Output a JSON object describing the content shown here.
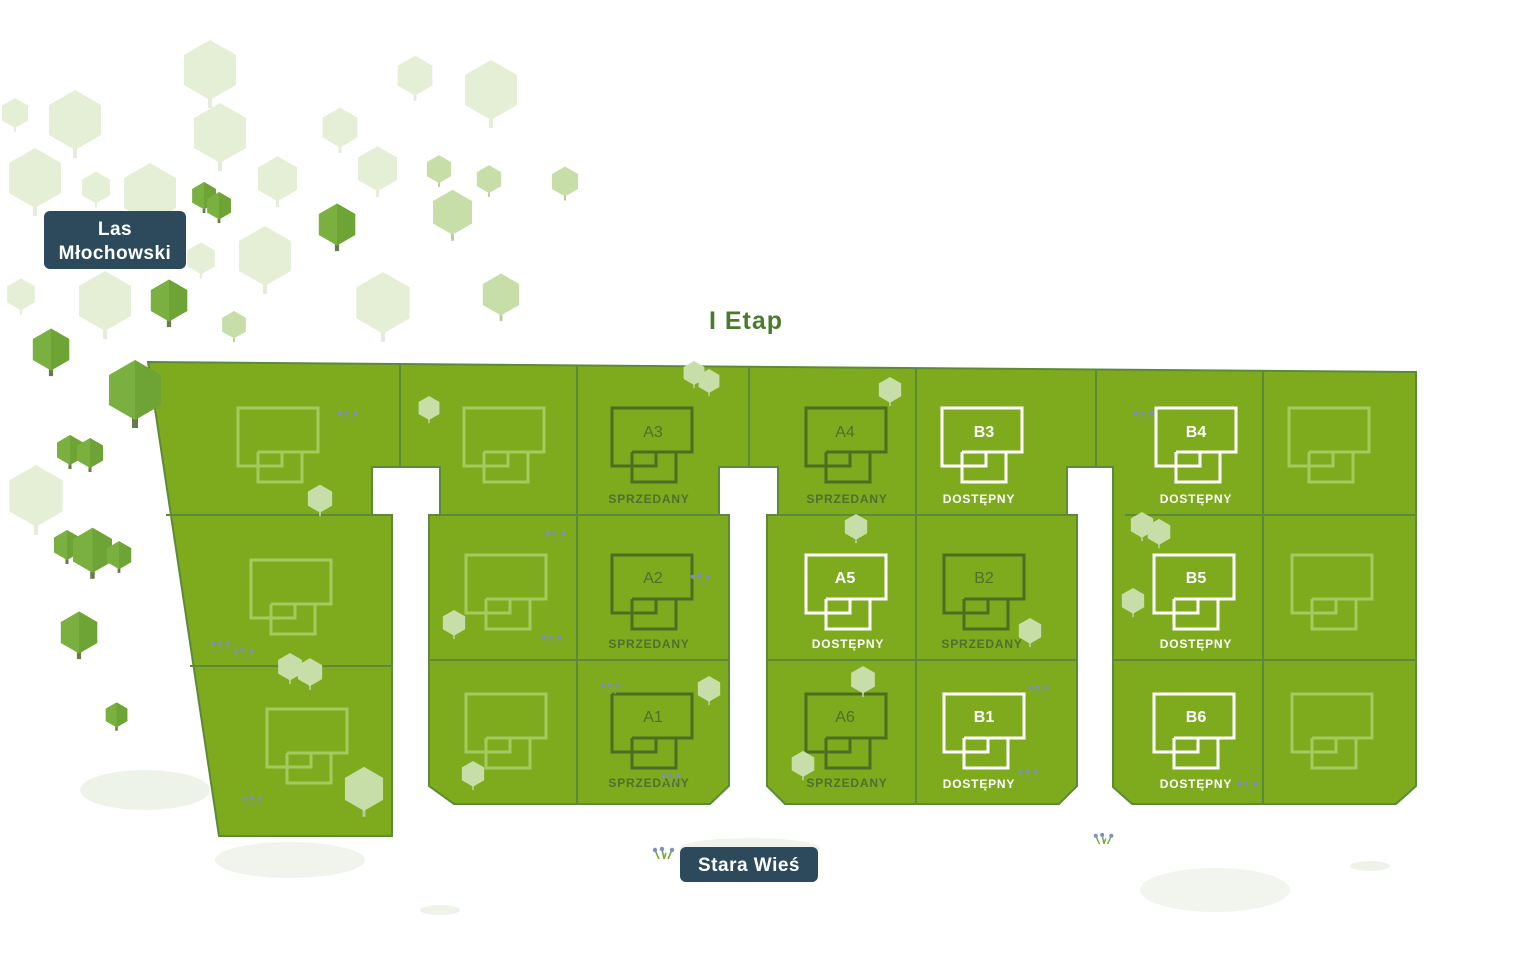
{
  "map": {
    "stage_title": "I Etap",
    "forest_label": [
      "Las",
      "Młochowski"
    ],
    "village_label": "Stara Wieś"
  },
  "colors": {
    "plot_fill": "#7dab1d",
    "plot_border": "#5d8a3a",
    "label_bg": "#2c4a5c",
    "sold_outline": "#4a6e22",
    "available_outline": "#ffffff",
    "empty_outline": "#a2cc60",
    "stage_title": "#4a7a2c"
  },
  "plots": [
    {
      "code": "A3",
      "status": "SPRZEDANY",
      "state": "sold"
    },
    {
      "code": "A4",
      "status": "SPRZEDANY",
      "state": "sold"
    },
    {
      "code": "B3",
      "status": "DOSTĘPNY",
      "state": "available"
    },
    {
      "code": "B4",
      "status": "DOSTĘPNY",
      "state": "available"
    },
    {
      "code": "A2",
      "status": "SPRZEDANY",
      "state": "sold"
    },
    {
      "code": "A5",
      "status": "DOSTĘPNY",
      "state": "available"
    },
    {
      "code": "B2",
      "status": "SPRZEDANY",
      "state": "sold"
    },
    {
      "code": "B5",
      "status": "DOSTĘPNY",
      "state": "available"
    },
    {
      "code": "A1",
      "status": "SPRZEDANY",
      "state": "sold"
    },
    {
      "code": "A6",
      "status": "SPRZEDANY",
      "state": "sold"
    },
    {
      "code": "B1",
      "status": "DOSTĘPNY",
      "state": "available"
    },
    {
      "code": "B6",
      "status": "DOSTĘPNY",
      "state": "available"
    }
  ]
}
